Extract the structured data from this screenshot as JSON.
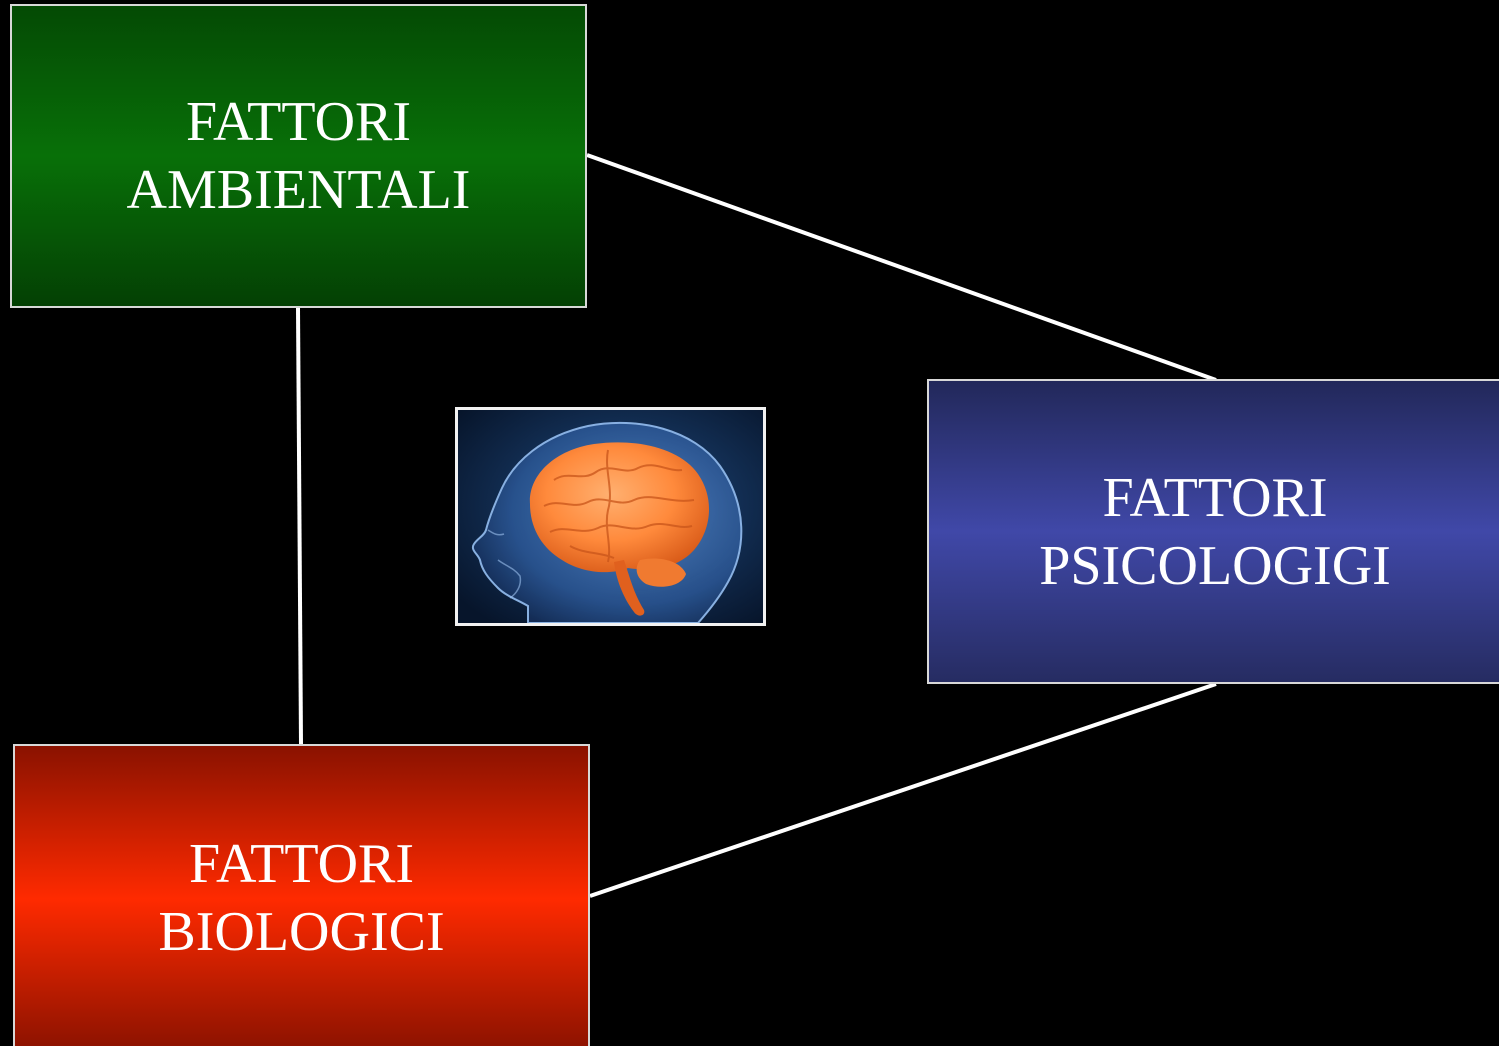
{
  "diagram": {
    "nodes": [
      {
        "id": "ambientali",
        "line1": "FATTORI",
        "line2": "AMBIENTALI",
        "color": "#087008"
      },
      {
        "id": "psicologici",
        "line1": "FATTORI",
        "line2": "PSICOLOGIGI",
        "color": "#4048a8"
      },
      {
        "id": "biologici",
        "line1": "FATTORI",
        "line2": "BIOLOGICI",
        "color": "#ff2a00"
      }
    ],
    "edges": [
      {
        "from": "ambientali",
        "to": "psicologici"
      },
      {
        "from": "ambientali",
        "to": "biologici"
      },
      {
        "from": "biologici",
        "to": "psicologici"
      }
    ],
    "center_image": {
      "icon": "brain-head-icon"
    },
    "background_color": "#000000",
    "connector_color": "#ffffff"
  }
}
